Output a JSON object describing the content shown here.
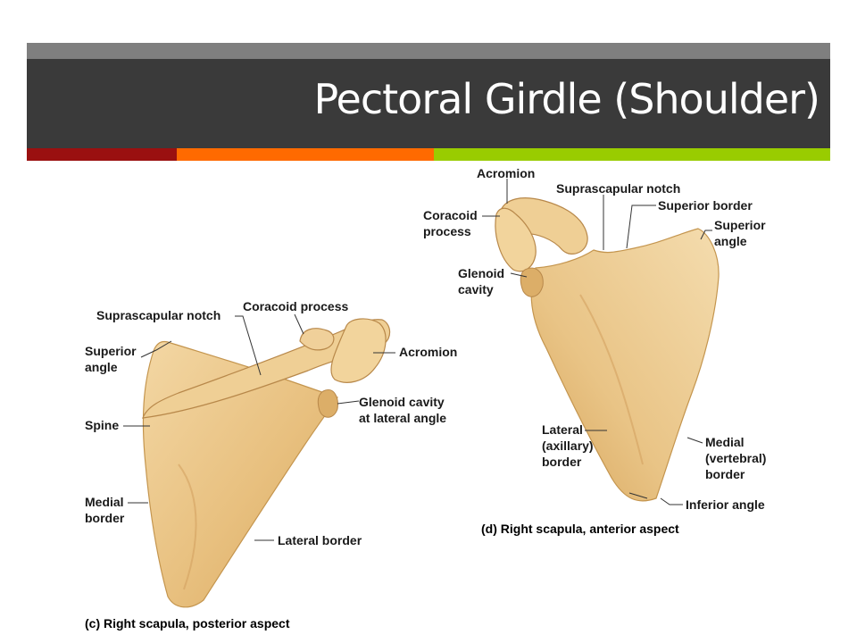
{
  "slide": {
    "title": "Pectoral Girdle (Shoulder)",
    "colors": {
      "title_bar": "#3a3a3a",
      "top_strip": "#7f7f7f",
      "accent_red": "#9a1010",
      "accent_orange": "#ff6a00",
      "accent_green": "#99cc00",
      "bone": "#e9c48a"
    }
  },
  "posterior": {
    "caption": "(c) Right scapula, posterior aspect",
    "labels": {
      "suprascapular_notch": "Suprascapular notch",
      "coracoid_process": "Coracoid process",
      "superior_angle_1": "Superior",
      "superior_angle_2": "angle",
      "acromion": "Acromion",
      "glenoid_1": "Glenoid cavity",
      "glenoid_2": "at lateral angle",
      "spine": "Spine",
      "medial_border_1": "Medial",
      "medial_border_2": "border",
      "lateral_border": "Lateral border"
    }
  },
  "anterior": {
    "caption": "(d) Right scapula, anterior aspect",
    "labels": {
      "acromion": "Acromion",
      "suprascapular_notch": "Suprascapular notch",
      "superior_border": "Superior border",
      "coracoid_1": "Coracoid",
      "coracoid_2": "process",
      "superior_angle_1": "Superior",
      "superior_angle_2": "angle",
      "glenoid_1": "Glenoid",
      "glenoid_2": "cavity",
      "lateral_border_1": "Lateral",
      "lateral_border_2": "(axillary)",
      "lateral_border_3": "border",
      "medial_border_1": "Medial",
      "medial_border_2": "(vertebral)",
      "medial_border_3": "border",
      "inferior_angle": "Inferior angle"
    }
  }
}
